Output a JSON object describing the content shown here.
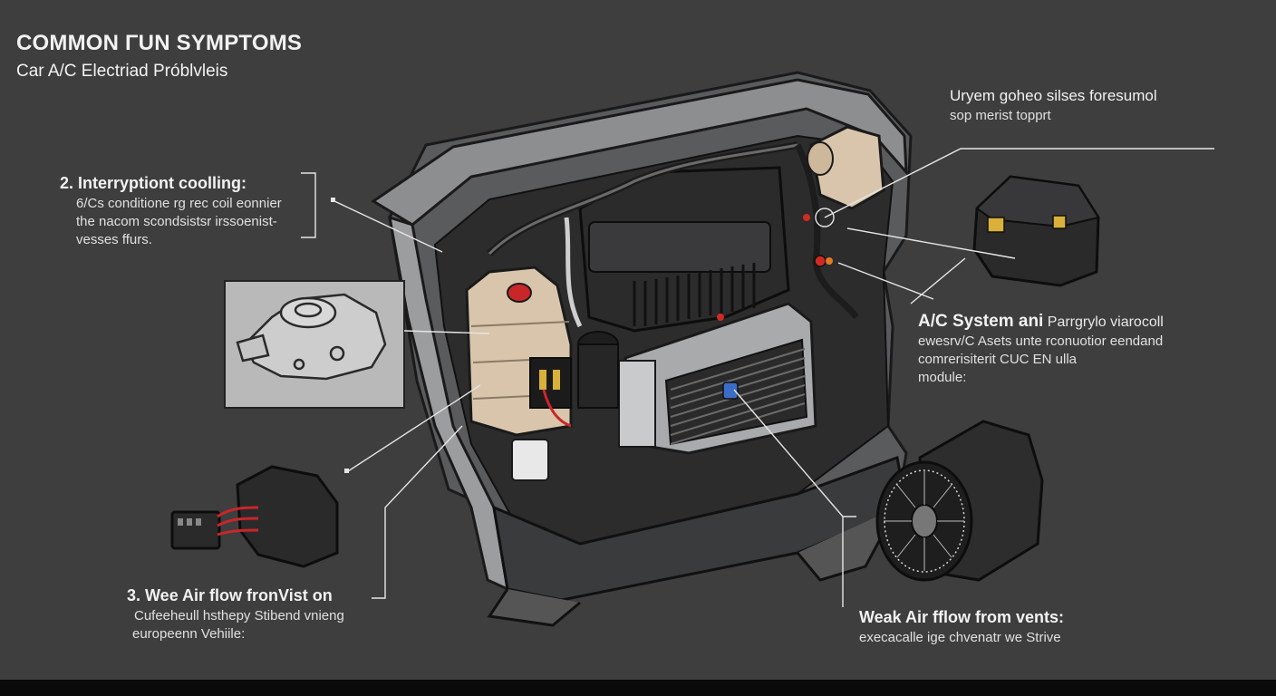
{
  "header": {
    "title": "COMMON ΓUN SYMPTOMS",
    "subtitle": "Car A/C Electrіad Próblvleis"
  },
  "callouts": {
    "top_right": {
      "heading": "Uryem goheo silses foresumol",
      "lines": [
        "sop merist topprt"
      ]
    },
    "interruption": {
      "heading": "2. Interryptiont coolling:",
      "lines": [
        "6/Cs conditione rg rec coil eonnier",
        "the nacom scondsistsr irssoenist-",
        "vesses ffurs."
      ]
    },
    "ac_system": {
      "heading": "A/C System ani",
      "heading_rest": "Parrgrylo viarocoll",
      "lines": [
        "ewesrv/C Asets unte rconuotior eendand",
        "comrerisiterit CUC EN ulla",
        "module:"
      ]
    },
    "weak_air_left": {
      "heading": "3. Wee Air flow fronVist on",
      "lines": [
        "Cufeeheull hsthepy Stibend vnieng",
        "europeenn Vehiile:"
      ]
    },
    "weak_air_right": {
      "heading": "Weak Air fflow from vents:",
      "lines": [
        "execacalle ige chvenatr we Strive"
      ]
    }
  },
  "colors": {
    "background": "#3e3e3f",
    "text": "#f2f2f2",
    "leader_line": "#e6e6e6",
    "inset_panel": "#b9b9b9",
    "reservoir": "#d8c5ac",
    "red_cap": "#c9262a",
    "connector_pins": "#d9b13a"
  },
  "icons": [
    "hvac-unit-illustration",
    "blower-housing-icon",
    "wire-connector-icon",
    "relay-module-icon",
    "blower-motor-fan-icon"
  ]
}
